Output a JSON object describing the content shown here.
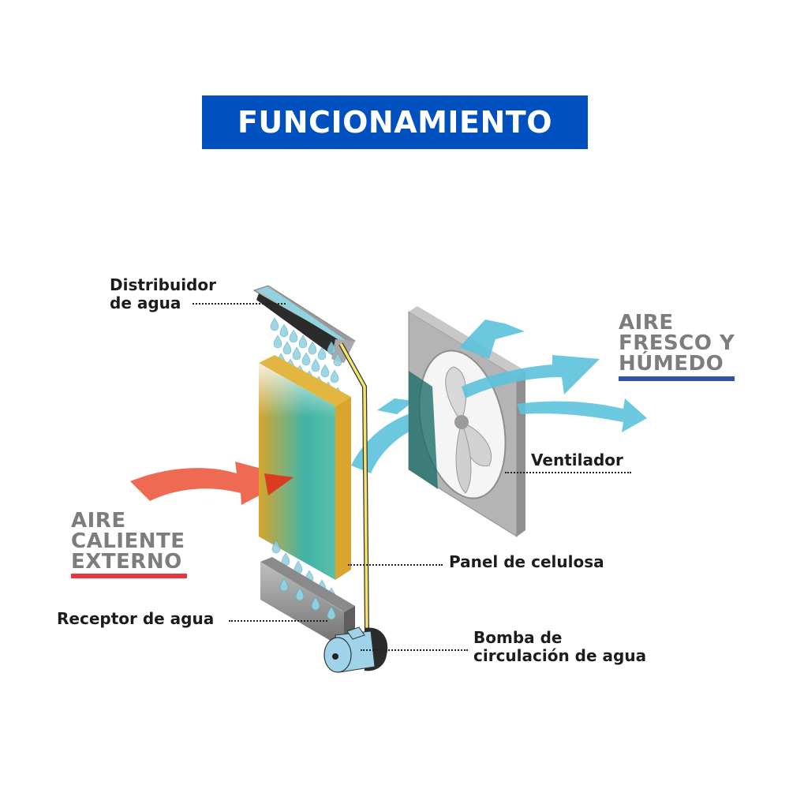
{
  "title": "FUNCIONAMIENTO",
  "colors": {
    "title_background": "#0050c0",
    "title_text": "#ffffff",
    "hot_air_arrow": "#ef6a52",
    "hot_air_underline": "#e8363c",
    "cool_air_arrow": "#5cc3dc",
    "cool_air_underline": "#3553a6",
    "callout_text": "#1c1c1c",
    "flow_text": "#7d7d7d",
    "panel_yellow": "#d7a42a",
    "panel_teal": "#3fb3a7",
    "pipe_yellow": "#f6e46a",
    "fan_frame": "#a9a9a9",
    "pump_blue": "#9fd3ea"
  },
  "flow_labels": {
    "hot_air": {
      "lines": [
        "AIRE",
        "CALIENTE",
        "EXTERNO"
      ]
    },
    "cool_air": {
      "lines": [
        "AIRE",
        "FRESCO Y",
        "HÚMEDO"
      ]
    }
  },
  "callouts": {
    "water_distributor": {
      "lines": [
        "Distribuidor",
        "de agua"
      ]
    },
    "fan": {
      "lines": [
        "Ventilador"
      ]
    },
    "cellulose_panel": {
      "lines": [
        "Panel de celulosa"
      ]
    },
    "water_receiver": {
      "lines": [
        "Receptor de agua"
      ]
    },
    "pump": {
      "lines": [
        "Bomba de",
        "circulación de agua"
      ]
    }
  },
  "components": [
    {
      "id": "water-distributor",
      "icon": "trough-icon"
    },
    {
      "id": "water-drops",
      "icon": "droplet-icon"
    },
    {
      "id": "cellulose-panel",
      "icon": "pad-icon"
    },
    {
      "id": "water-receiver",
      "icon": "tray-icon"
    },
    {
      "id": "circulation-pump",
      "icon": "pump-icon"
    },
    {
      "id": "supply-pipe",
      "icon": "pipe-icon"
    },
    {
      "id": "fan",
      "icon": "fan-icon"
    }
  ]
}
